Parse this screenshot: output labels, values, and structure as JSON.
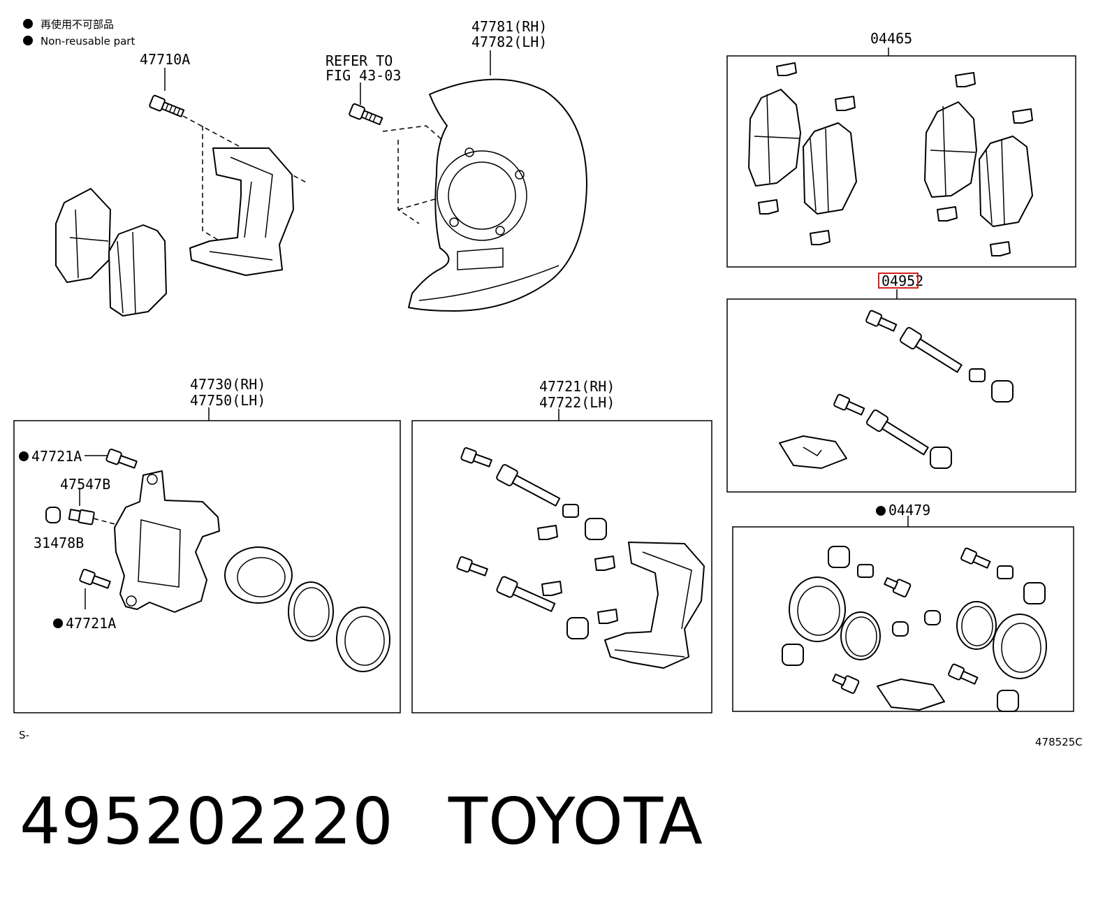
{
  "legend": {
    "line_jp": "再使用不可部品",
    "line_en": "Non-reusable part"
  },
  "labels": {
    "bolt_47710a": "47710A",
    "refer_line1": "REFER TO",
    "refer_line2": "FIG 43-03",
    "shield_rh": "47781(RH)",
    "shield_lh": "47782(LH)",
    "pad_kit": "04465",
    "kit_04952": "04952",
    "caliper_rh": "47730(RH)",
    "caliper_lh": "47750(LH)",
    "bolt_47721a_top": "47721A",
    "bleeder": "47547B",
    "cap": "31478B",
    "bolt_47721a_bottom": "47721A",
    "mount_rh": "47721(RH)",
    "mount_lh": "47722(LH)",
    "kit_04479": "04479",
    "code_left": "S-",
    "code_right": "478525C"
  },
  "footer": {
    "part_number": "495202220",
    "brand": "TOYOTA"
  },
  "colors": {
    "highlight": "#d32020",
    "ink": "#000000"
  }
}
